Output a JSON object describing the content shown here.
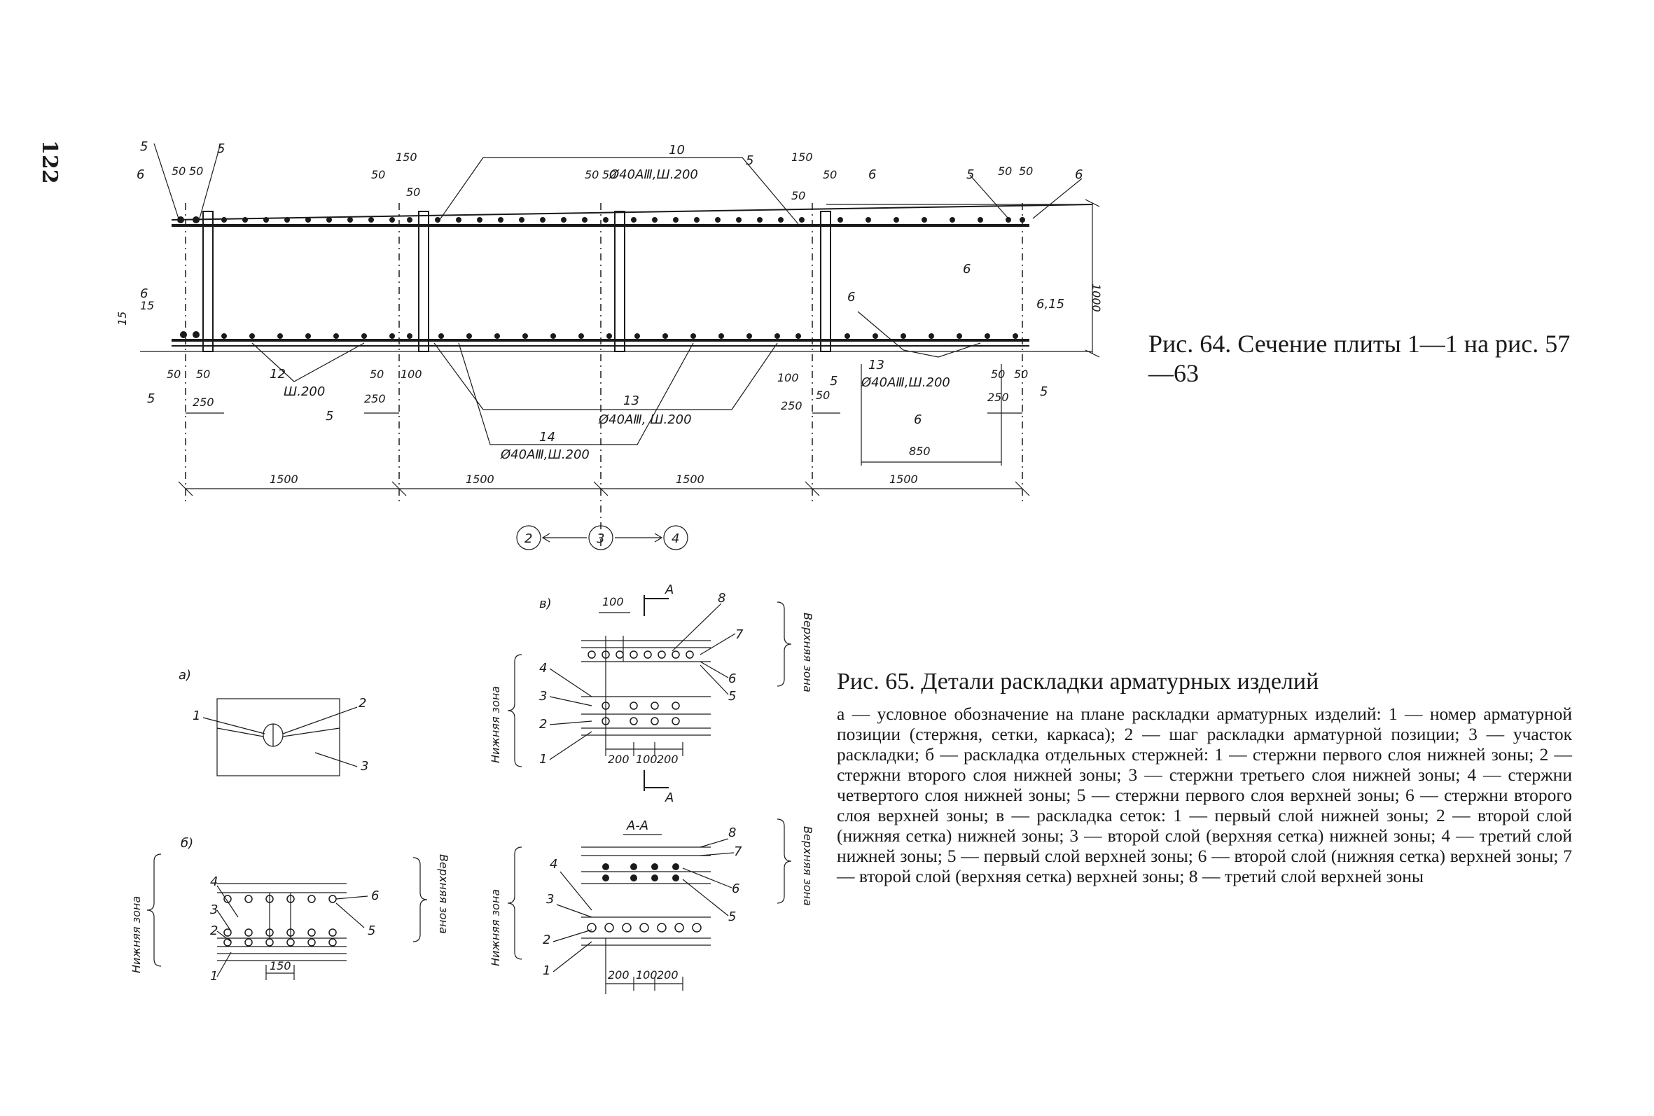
{
  "page": {
    "number": "122"
  },
  "fig64": {
    "caption": "Рис. 64.  Сечение плиты 1—1 на рис. 57—63",
    "labels": {
      "d50": "50",
      "d150": "150",
      "d100": "100",
      "d250": "250",
      "d850": "850",
      "d1000": "1000",
      "d1500": "1500",
      "d15": "15",
      "n5": "5",
      "n6": "6",
      "n10": "10",
      "n12": "12",
      "n13": "13",
      "n14": "14",
      "n615": "6,15",
      "n6_15": "6\n15",
      "sh200": "Ш.200",
      "top_bar": "Ø40АⅢ,Ш.200",
      "mid_bar": "Ø40АⅢ,  Ш.200",
      "bot_bar": "Ø40АⅢ,Ш.200",
      "right_bar": "Ø40АⅢ,Ш.200"
    },
    "axes": [
      "2",
      "3",
      "4"
    ]
  },
  "fig65": {
    "title": "Рис. 65. Детали раскладки арматурных изделий",
    "body": "а — условное обозначение на плане раскладки арматурных изделий: 1 — номер арматурной позиции (стержня, сетки, каркаса); 2 — шаг раскладки арматурной позиции; 3 — участок раскладки; б — раскладка отдельных стержней: 1 — стержни первого слоя нижней зоны; 2 — стержни второго слоя нижней зоны; 3 — стержни третьего слоя нижней зоны; 4 — стержни четвертого слоя нижней зоны; 5 — стержни первого слоя верхней зоны; 6 — стержни второго слоя верхней зоны; в — раскладка сеток: 1 — первый слой нижней зоны; 2 — второй слой (нижняя сетка) нижней зоны; 3 — второй слой (верхняя сетка) нижней зоны; 4 — третий слой нижней зоны; 5 — первый слой верхней зоны; 6 — второй слой (нижняя сетка) верхней зоны; 7 — второй слой (верхняя сетка) верхней зоны; 8 — третий слой верхней зоны",
    "sub_a": "а)",
    "sub_b": "б)",
    "sub_v": "в)",
    "aa": "А-А",
    "a_mark": "А",
    "lower_zone": "Нижняя  зона",
    "upper_zone": "Верхняя зона",
    "nums": [
      "1",
      "2",
      "3",
      "4",
      "5",
      "6",
      "7",
      "8"
    ],
    "d100": "100",
    "d200": "200",
    "d150": "150"
  }
}
